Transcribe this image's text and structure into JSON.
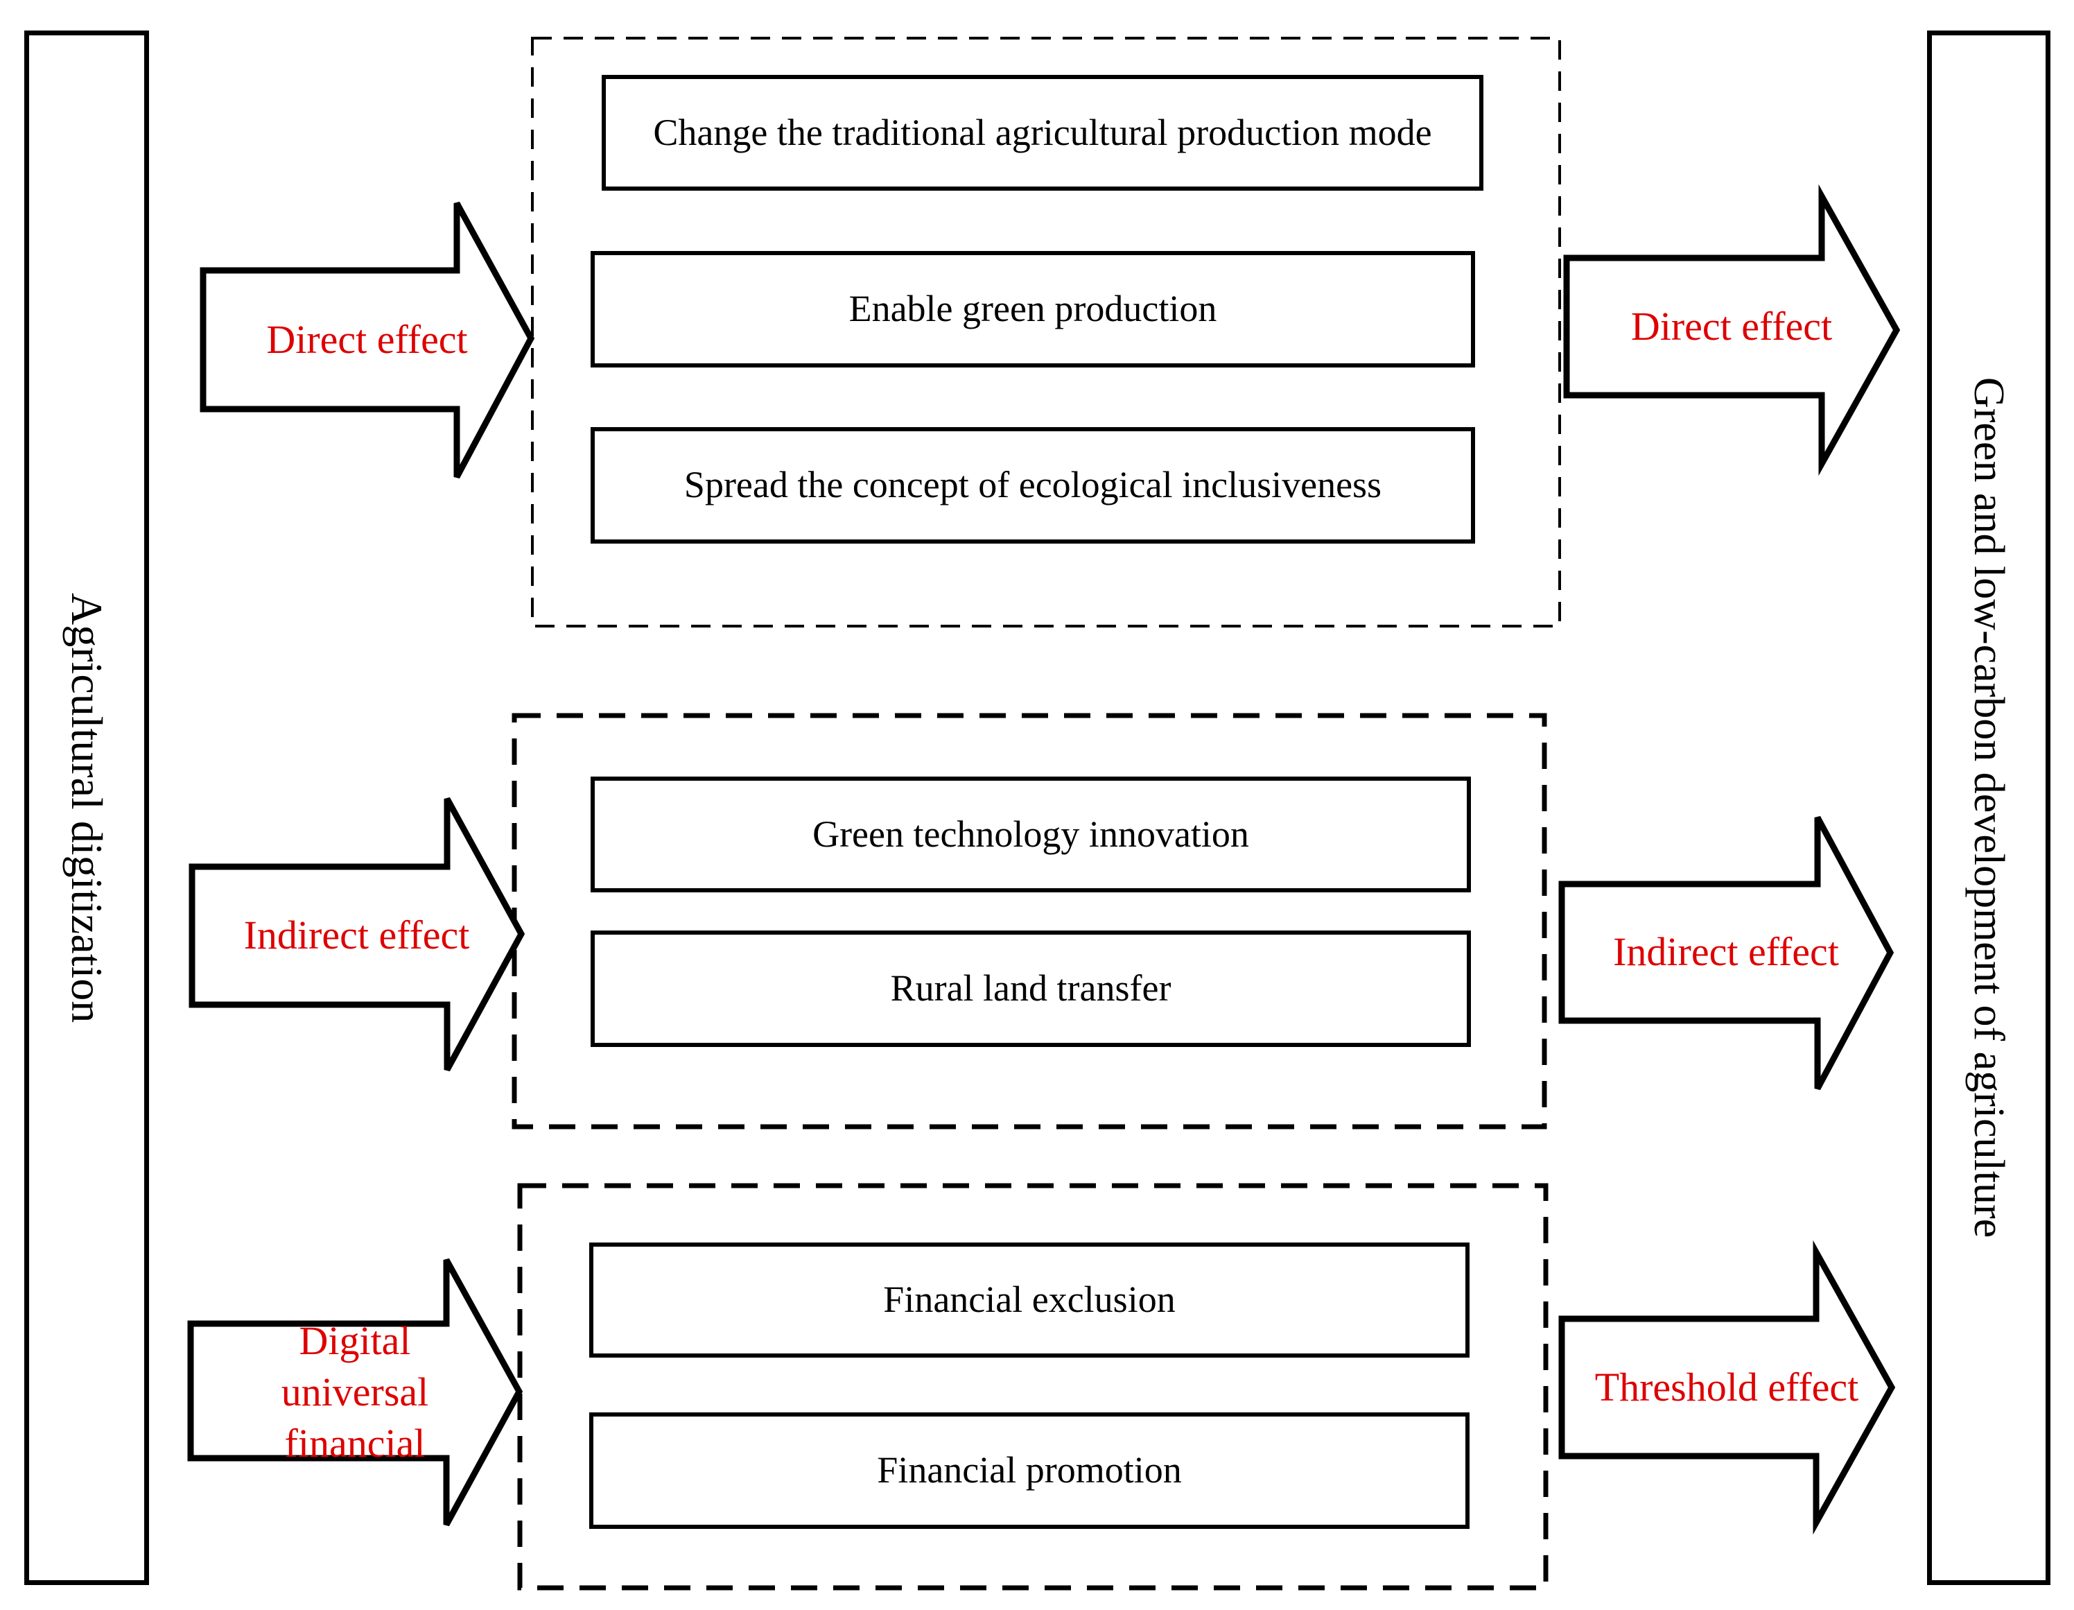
{
  "diagram": {
    "source_node": {
      "label": "Agricultural digitization"
    },
    "target_node": {
      "label": "Green and low-carbon development of agriculture"
    },
    "direct_group": {
      "boxes": [
        "Change the traditional agricultural production mode",
        "Enable green production",
        "Spread the concept of ecological inclusiveness"
      ]
    },
    "indirect_group": {
      "boxes": [
        "Green technology innovation",
        "Rural land transfer"
      ]
    },
    "financial_group": {
      "boxes": [
        "Financial exclusion",
        "Financial promotion"
      ]
    },
    "left_arrow_labels": [
      "Direct effect",
      "Indirect effect",
      "Digital universal financial"
    ],
    "right_arrow_labels": [
      "Direct effect",
      "Indirect effect",
      "Threshold effect"
    ],
    "colors": {
      "arrow_label": "#dd0000",
      "stroke": "#000000",
      "background": "#ffffff"
    }
  }
}
